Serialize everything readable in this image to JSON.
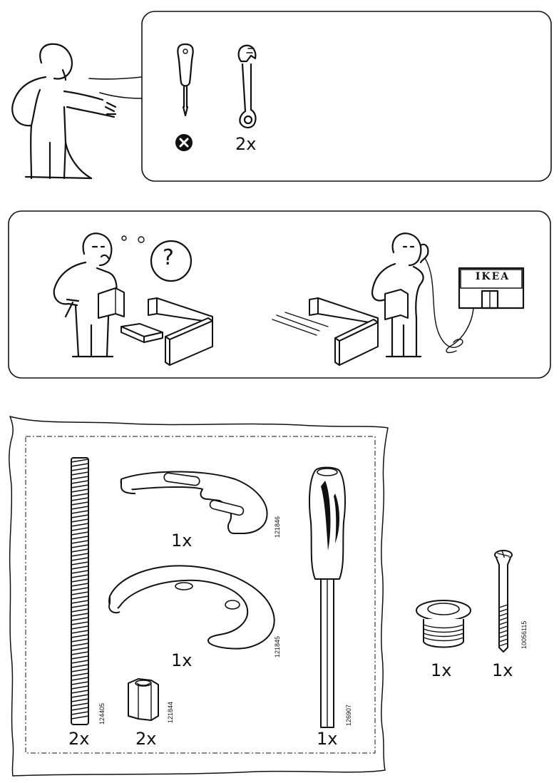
{
  "panel1": {
    "tools_qty": "2x"
  },
  "panel2": {
    "question_mark": "?",
    "store_sign": "IKEA"
  },
  "parts": {
    "threaded_rod": {
      "qty": "2x",
      "code": "124405"
    },
    "nut": {
      "qty": "2x",
      "code": "121844"
    },
    "horseshoe_bracket": {
      "qty": "1x",
      "code": "121846"
    },
    "crescent_washer": {
      "qty": "1x",
      "code": "121845"
    },
    "hex_key_tool": {
      "qty": "1x",
      "code": "126907"
    },
    "flange_bushing": {
      "qty": "1x"
    },
    "long_screw": {
      "qty": "1x",
      "code": "10056115"
    }
  }
}
